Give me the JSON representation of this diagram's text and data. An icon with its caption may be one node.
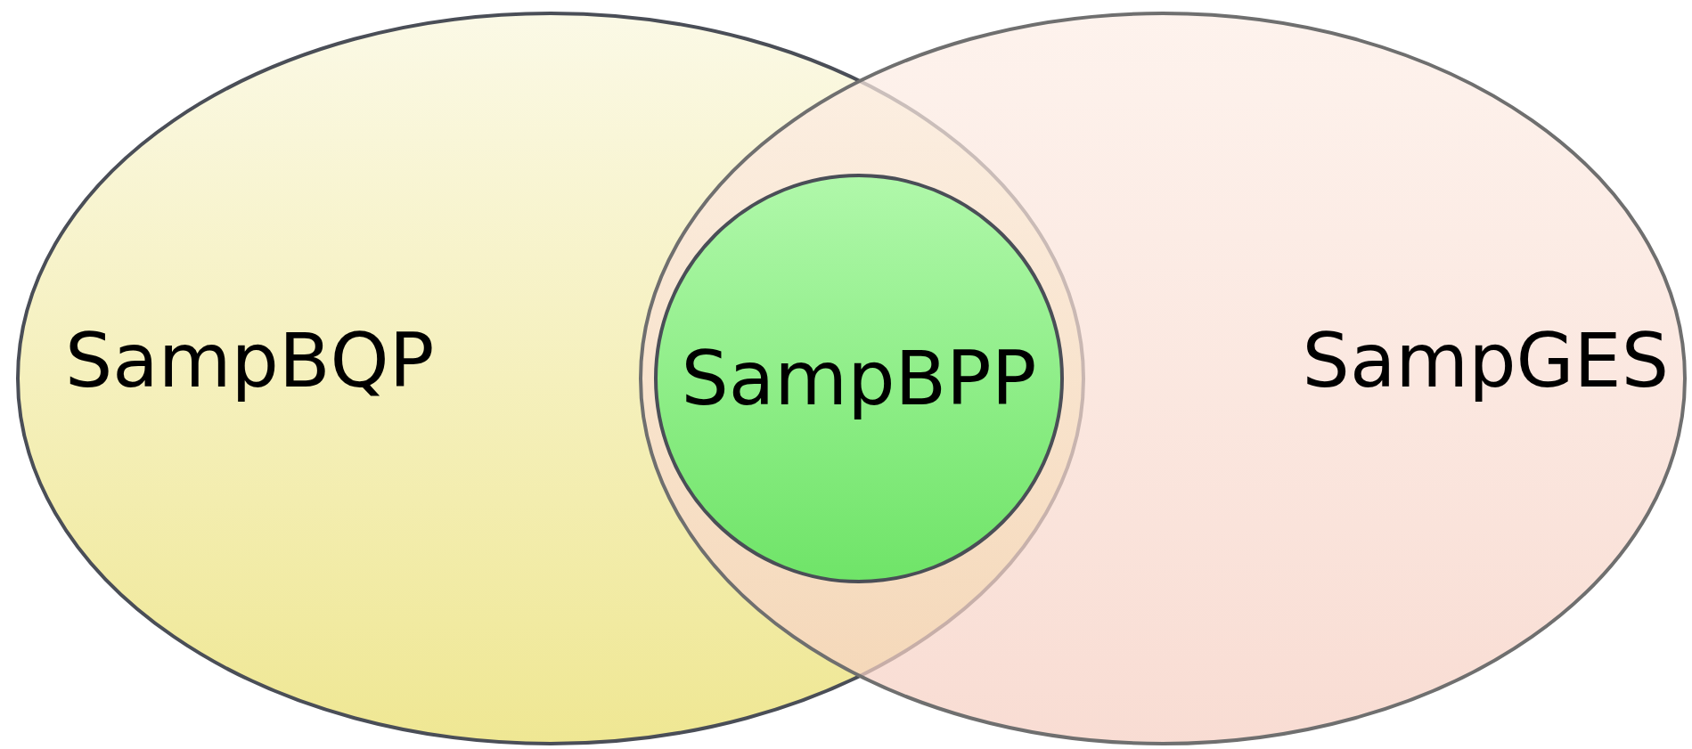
{
  "diagram": {
    "nodes": [
      {
        "text": [
          "SampBQP"
        ]
      },
      {
        "text": [
          "SampGES"
        ]
      },
      {
        "text": [
          "SampBPP"
        ]
      }
    ],
    "edges": []
  }
}
